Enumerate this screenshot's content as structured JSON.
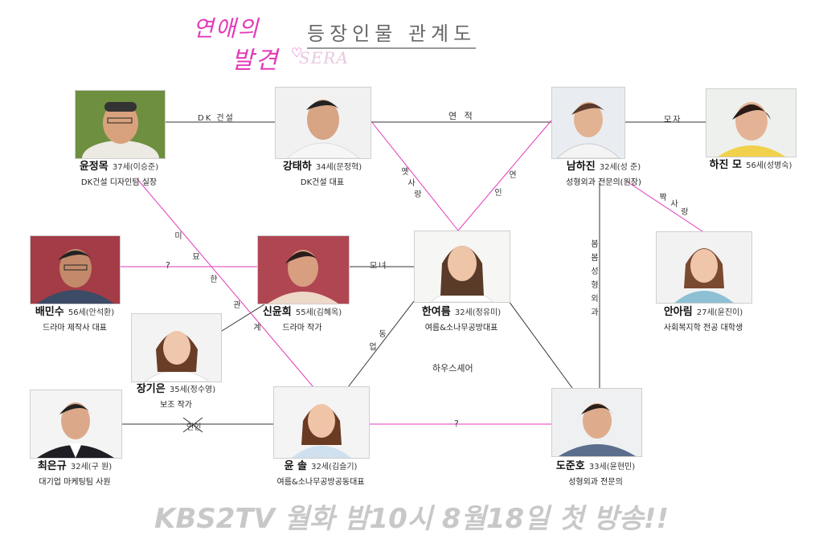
{
  "header": {
    "logo_line1": "연애의",
    "logo_line2": "발견",
    "logo_sub": "SERA",
    "title": "등장인물 관계도"
  },
  "characters": {
    "yoon_jeongmok": {
      "name": "윤정목",
      "age": "37세(이승준)",
      "role": "DK건설 디자인팀 실장"
    },
    "kang_taeha": {
      "name": "강태하",
      "age": "34세(문정혁)",
      "role": "DK건설 대표"
    },
    "nam_hajin": {
      "name": "남하진",
      "age": "32세(성 준)",
      "role": "성형외과 전문의(원장)"
    },
    "hajin_mo": {
      "name": "하진 모",
      "age": "56세(성병숙)",
      "role": ""
    },
    "bae_minsu": {
      "name": "배민수",
      "age": "56세(안석환)",
      "role": "드라마 제작사 대표"
    },
    "shin_yunhee": {
      "name": "신윤희",
      "age": "55세(김혜옥)",
      "role": "드라마 작가"
    },
    "han_yeoreum": {
      "name": "한여름",
      "age": "32세(정유미)",
      "role": "여름&소나무공방대표"
    },
    "an_arim": {
      "name": "안아림",
      "age": "27세(윤진이)",
      "role": "사회복지학 전공 대학생"
    },
    "jang_gieun": {
      "name": "장기은",
      "age": "35세(정수영)",
      "role": "보조 작가"
    },
    "choi_eungyu": {
      "name": "최은규",
      "age": "32세(구 원)",
      "role": "대기업 마케팅팀 사원"
    },
    "yoon_sol": {
      "name": "윤 솔",
      "age": "32세(김슬기)",
      "role": "여름&소나무공방공동대표"
    },
    "do_junho": {
      "name": "도준호",
      "age": "33세(윤현민)",
      "role": "성형외과 전문의"
    }
  },
  "relations": {
    "dk": "DK 건설",
    "yeonjeok": "연 적",
    "moja": "모자",
    "yet_sarang": [
      "옛",
      "사",
      "랑"
    ],
    "yeonin_v": [
      "연",
      "인"
    ],
    "jjak_sarang": [
      "짝",
      "사",
      "랑"
    ],
    "mimyo": [
      "미",
      "묘",
      "한",
      "관",
      "계"
    ],
    "question1": "?",
    "monyeo": "모녀",
    "bombom": [
      "봄",
      "봄",
      "성",
      "형",
      "외",
      "과"
    ],
    "dongeop": [
      "동",
      "업"
    ],
    "housesharing": "하우스셰어",
    "yeonin_x": "연인",
    "question2": "?"
  },
  "footer": {
    "broadcast": "KBS2TV 월화 밤10시   8월18일 첫 방송!!"
  },
  "colors": {
    "pink": "#e33ab9",
    "line": "#333333",
    "footer": "#c8c8c8"
  }
}
